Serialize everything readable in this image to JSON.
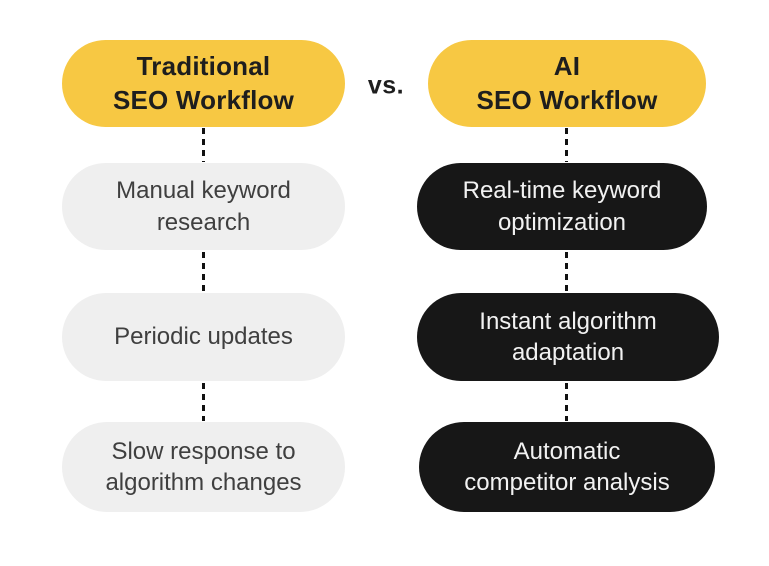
{
  "diagram": {
    "title_comparison": "Traditional SEO Workflow vs. AI SEO Workflow",
    "vs_label": "vs.",
    "columns": [
      {
        "id": "traditional",
        "header": "Traditional\nSEO Workflow",
        "items": [
          "Manual keyword\nresearch",
          "Periodic updates",
          "Slow response to\nalgorithm changes"
        ]
      },
      {
        "id": "ai",
        "header": "AI\nSEO Workflow",
        "items": [
          "Real-time keyword\noptimization",
          "Instant algorithm\nadaptation",
          "Automatic\ncompetitor analysis"
        ]
      }
    ],
    "colors": {
      "header_bg": "#F7C843",
      "left_item_bg": "#EFEFEF",
      "right_item_bg": "#171717",
      "header_text": "#1E1E1E",
      "left_text": "#3F3F3F",
      "right_text": "#F2F2F2",
      "connector": "#111111",
      "background": "#FFFFFF"
    }
  }
}
